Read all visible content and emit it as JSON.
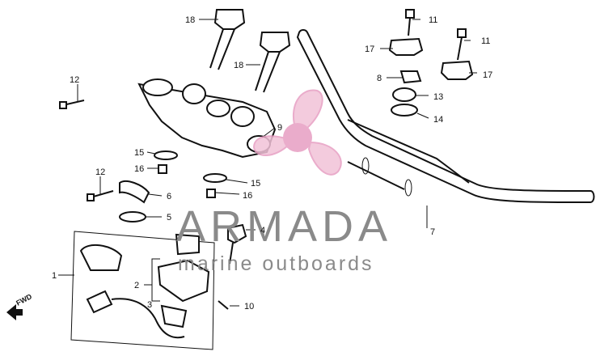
{
  "diagram": {
    "callouts": {
      "c1": "1",
      "c2": "2",
      "c3": "3",
      "c4": "4",
      "c5": "5",
      "c6": "6",
      "c7": "7",
      "c8": "8",
      "c9": "9",
      "c10": "10",
      "c11a": "11",
      "c11b": "11",
      "c12a": "12",
      "c12b": "12",
      "c13": "13",
      "c14": "14",
      "c15a": "15",
      "c15b": "15",
      "c16a": "16",
      "c16b": "16",
      "c17a": "17",
      "c17b": "17",
      "c18a": "18",
      "c18b": "18"
    },
    "fwd_label": "FWD"
  },
  "watermark": {
    "title": "ARMADA",
    "subtitle": "marine outboards",
    "accent_color": "#e79ec2"
  }
}
